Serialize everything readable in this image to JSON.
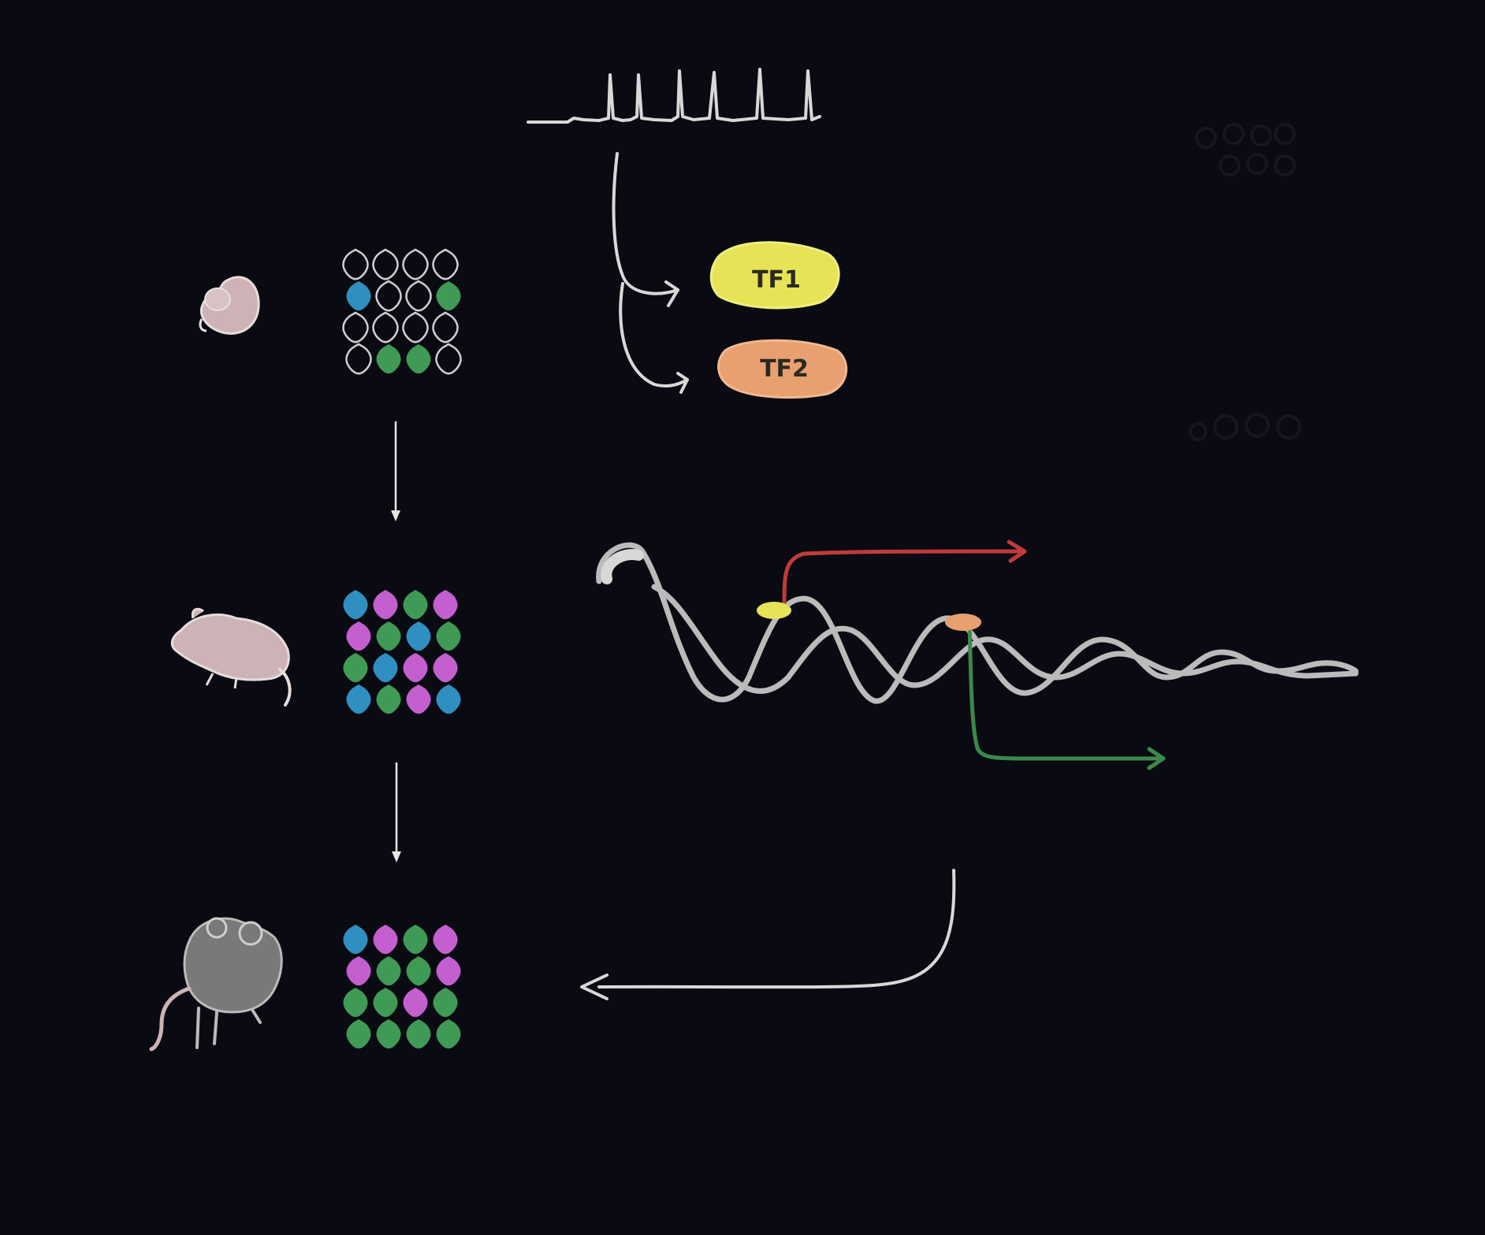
{
  "colors": {
    "background": "#0a0a12",
    "chalk": "#d8d8d8",
    "blue": "#2f8fc0",
    "green": "#3f9a55",
    "magenta": "#c45fd0",
    "tf1": "#e6e356",
    "tf2": "#e8a070",
    "red_arrow": "#c23a3a",
    "green_arrow": "#3a8a4a",
    "mouse_pink": "#cdb3b6",
    "mouse_gray": "#7a7878"
  },
  "transcription_factors": {
    "tf1": {
      "label": "TF1",
      "icon": "transcription-factor-1"
    },
    "tf2": {
      "label": "TF2",
      "icon": "transcription-factor-2"
    }
  },
  "stages": [
    {
      "icon": "mouse-embryo-icon",
      "cells": [
        "outline",
        "outline",
        "outline",
        "outline",
        "blue",
        "outline",
        "outline",
        "green",
        "outline",
        "outline",
        "outline",
        "outline",
        "outline",
        "green",
        "green",
        "outline"
      ]
    },
    {
      "icon": "juvenile-mouse-icon",
      "cells": [
        "blue",
        "magenta",
        "green",
        "magenta",
        "magenta",
        "green",
        "blue",
        "green",
        "green",
        "blue",
        "magenta",
        "magenta",
        "blue",
        "green",
        "magenta",
        "blue"
      ]
    },
    {
      "icon": "adult-mouse-icon",
      "cells": [
        "blue",
        "magenta",
        "green",
        "magenta",
        "magenta",
        "green",
        "green",
        "magenta",
        "green",
        "green",
        "magenta",
        "green",
        "green",
        "green",
        "green",
        "green"
      ]
    }
  ]
}
